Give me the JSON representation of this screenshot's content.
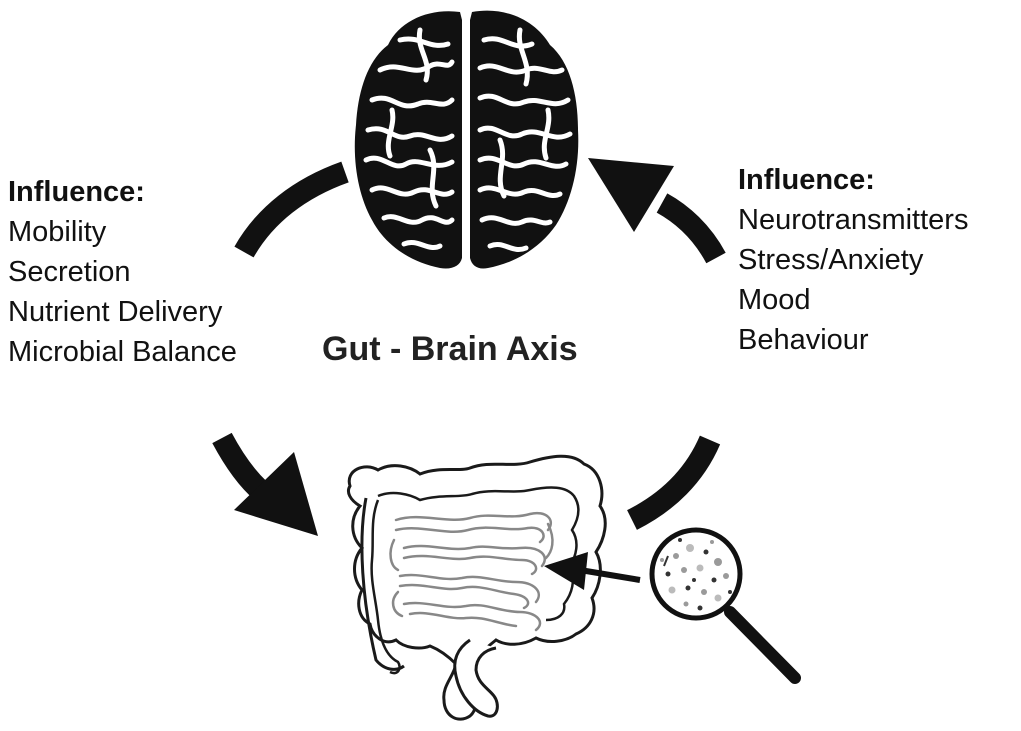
{
  "title": "Gut - Brain Axis",
  "left_panel": {
    "heading": "Influence:",
    "items": [
      "Mobility",
      "Secretion",
      "Nutrient Delivery",
      "Microbial Balance"
    ]
  },
  "right_panel": {
    "heading": "Influence:",
    "items": [
      "Neurotransmitters",
      "Stress/Anxiety",
      "Mood",
      "Behaviour"
    ]
  },
  "icons": {
    "brain": "brain-icon",
    "intestines": "intestines-icon",
    "magnifier": "magnifying-glass-icon"
  },
  "colors": {
    "ink": "#111111",
    "intestine_outline": "#1a1a1a",
    "small_intestine": "#888888",
    "microbe_dots": "#9a9a9a"
  }
}
